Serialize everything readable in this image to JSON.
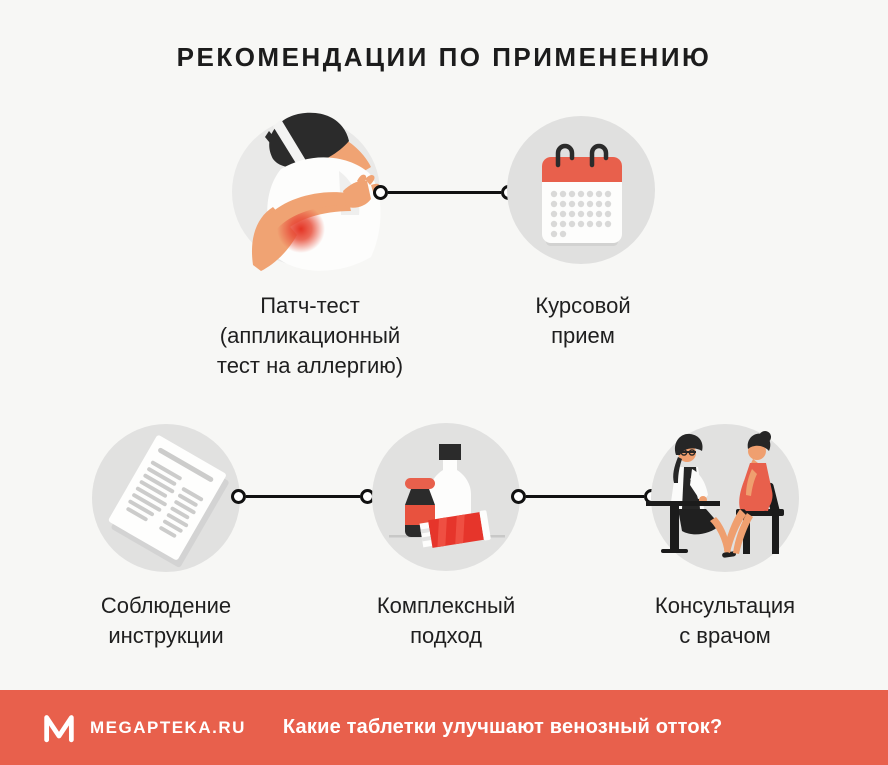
{
  "title": "РЕКОМЕНДАЦИИ ПО ПРИМЕНЕНИЮ",
  "colors": {
    "background": "#f7f7f5",
    "accent_red": "#e8604c",
    "bright_red": "#e6352b",
    "circle_gray": "#e3e3e3",
    "text_dark": "#1c1c1c",
    "skin": "#f0a373",
    "dark": "#2b2b2b",
    "footer_bg": "#e8604c"
  },
  "steps": [
    {
      "id": "patch-test",
      "icon": "person-scratching-arm-icon",
      "line1": "Патч-тест",
      "line2": "(аппликационный",
      "line3": "тест на аллергию)"
    },
    {
      "id": "course-intake",
      "icon": "calendar-icon",
      "line1": "Курсовой",
      "line2": "прием"
    },
    {
      "id": "follow-instructions",
      "icon": "instruction-document-icon",
      "line1": "Соблюдение",
      "line2": "инструкции"
    },
    {
      "id": "complex-approach",
      "icon": "medicine-bottles-icon",
      "line1": "Комплексный",
      "line2": "подход"
    },
    {
      "id": "doctor-consultation",
      "icon": "doctor-consultation-icon",
      "line1": "Консультация",
      "line2": "с врачом"
    }
  ],
  "footer": {
    "logo": "megapteka-m-logo",
    "brand": "MEGAPTEKA.RU",
    "question": "Какие таблетки улучшают венозный отток?"
  }
}
